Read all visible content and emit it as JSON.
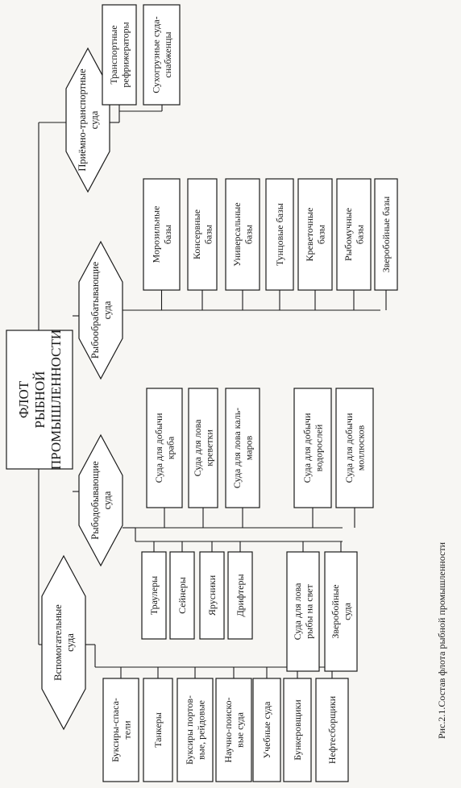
{
  "root": {
    "lines": [
      "ФЛОТ",
      "РЫБНОЙ",
      "ПРОМЫШЛЕННОСТИ"
    ]
  },
  "categories": {
    "auxiliary": {
      "lines": [
        "Вспомогательные",
        "суда"
      ]
    },
    "fishing": {
      "lines": [
        "Рыбодобывающие",
        "суда"
      ]
    },
    "processing": {
      "lines": [
        "Рыбообрабатывающие",
        "суда"
      ]
    },
    "transport": {
      "lines": [
        "Приёмно-транспортные",
        "суда"
      ]
    }
  },
  "auxiliary_items": [
    {
      "lines": [
        "Буксиры-спаса-",
        "тели"
      ]
    },
    {
      "lines": [
        "Танкеры"
      ]
    },
    {
      "lines": [
        "Буксиры портов-",
        "вые, рейдовые"
      ]
    },
    {
      "lines": [
        "Научно-поиско-",
        "вые суда"
      ]
    },
    {
      "lines": [
        "Учебные суда"
      ]
    },
    {
      "lines": [
        "Бункеровщики"
      ]
    },
    {
      "lines": [
        "Нефтесборщики"
      ]
    }
  ],
  "fishing_items_left": [
    {
      "lines": [
        "Траулеры"
      ]
    },
    {
      "lines": [
        "Сейнеры"
      ]
    },
    {
      "lines": [
        "Ярусники"
      ]
    },
    {
      "lines": [
        "Дрифтеры"
      ]
    },
    {
      "lines": [
        "Суда для лова",
        "рыбы на свет"
      ]
    },
    {
      "lines": [
        "Зверобойные",
        "суда"
      ]
    }
  ],
  "fishing_items_right": [
    {
      "lines": [
        "Суда для добычи",
        "краба"
      ]
    },
    {
      "lines": [
        "Суда для лова",
        "креветки"
      ]
    },
    {
      "lines": [
        "Суда для лова каль-",
        "маров"
      ]
    },
    {
      "lines": [
        "Суда для добычи",
        "водорослей"
      ]
    },
    {
      "lines": [
        "Суда для добычи",
        "моллюсков"
      ]
    }
  ],
  "processing_items": [
    {
      "lines": [
        "Морозильные",
        "базы"
      ]
    },
    {
      "lines": [
        "Консервные",
        "базы"
      ]
    },
    {
      "lines": [
        "Универсальные",
        "базы"
      ]
    },
    {
      "lines": [
        "Тунцовые базы"
      ]
    },
    {
      "lines": [
        "Креветочные",
        "базы"
      ]
    },
    {
      "lines": [
        "Рыбомучные",
        "базы"
      ]
    },
    {
      "lines": [
        "Зверобойные базы"
      ]
    }
  ],
  "transport_items": [
    {
      "lines": [
        "Транспортные",
        "рефрижераторы"
      ]
    },
    {
      "lines": [
        "Сухогрузные суда-",
        "снабженцы"
      ]
    }
  ],
  "caption": "Рис.2.1.Состав флота рыбной промышленности"
}
